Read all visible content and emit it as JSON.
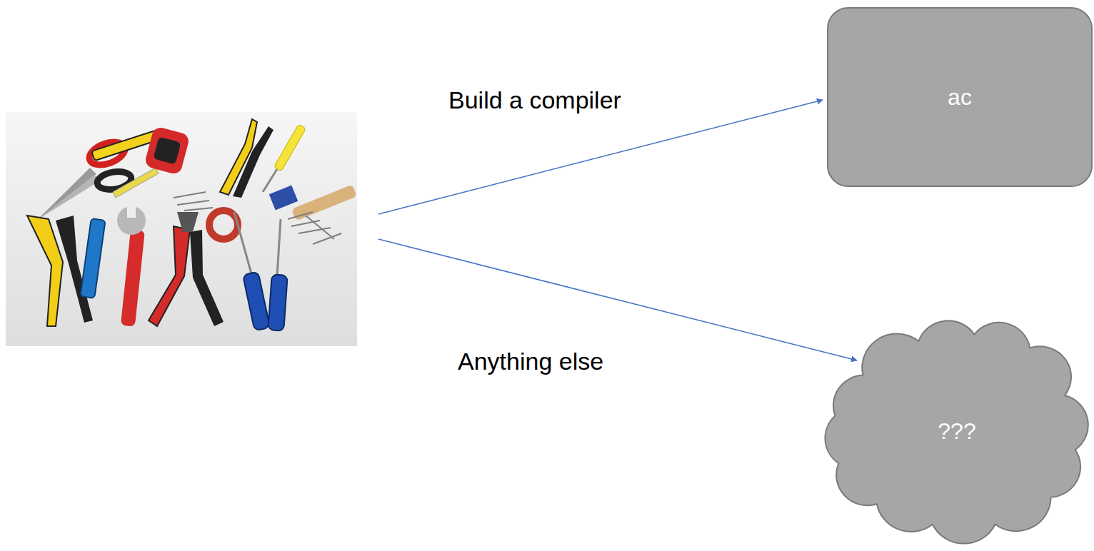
{
  "diagram": {
    "nodes": [
      {
        "text": [
          "ac"
        ]
      },
      {
        "text": [
          "???"
        ]
      }
    ],
    "labels": [
      "Build a compiler",
      "Anything else"
    ]
  }
}
